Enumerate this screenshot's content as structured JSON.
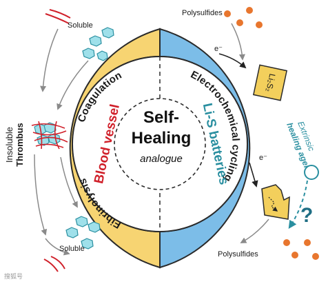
{
  "center": {
    "line1": "Self-",
    "line2": "Healing",
    "line3": "analogue"
  },
  "inner": {
    "left": "Blood vessel",
    "right": "Li-S batteries"
  },
  "ring": {
    "coagulation": "Coagulation",
    "fibrinolysis": "Fibrinolysis",
    "electrochemical": "Electrochemical cycling"
  },
  "labels": {
    "soluble_top": "Soluble",
    "soluble_bottom": "Soluble",
    "insoluble": "Insoluble",
    "thrombus": "Thrombus",
    "polysulfides_top": "Polysulfides",
    "polysulfides_bottom": "Polysulfides",
    "electron_top": "e⁻",
    "electron_bottom": "e⁻",
    "li2s2": "Li₂S₂",
    "extrinsic": "Extrinsic",
    "healing_agent": "healing agent",
    "question": "?",
    "watermark": "搜狐号"
  },
  "colors": {
    "ring_yellow": "#f7d472",
    "ring_blue": "#7cbde8",
    "ring_stroke": "#2a2a2a",
    "blood_red": "#d0202a",
    "teal": "#2a8fa0",
    "platelet": "#9fe0ea",
    "polysulfide": "#e8762e",
    "block": "#f3cf5c"
  }
}
